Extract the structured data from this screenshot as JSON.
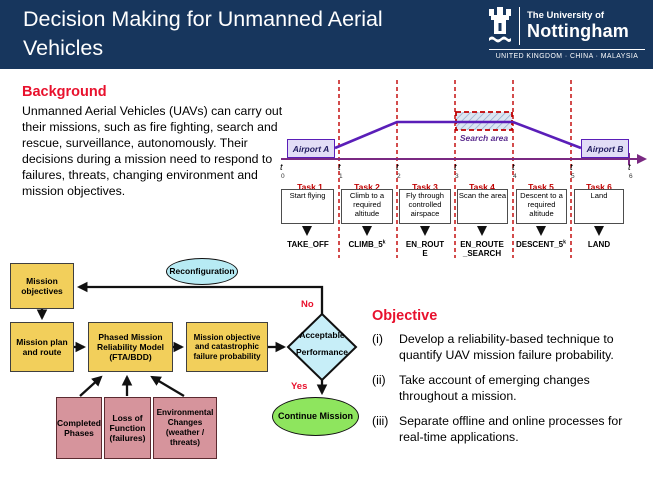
{
  "header": {
    "title": "Decision Making for Unmanned Aerial Vehicles",
    "logo": {
      "institution_line1": "The University of",
      "institution_line2": "Nottingham",
      "countries": "UNITED KINGDOM · CHINA · MALAYSIA"
    }
  },
  "background": {
    "heading": "Background",
    "body": "Unmanned Aerial Vehicles (UAVs) can carry out their missions, such as fire fighting, search and rescue, surveillance, autonomously. Their decisions during a mission need to respond to failures, threats, changing environment and mission objectives."
  },
  "timeline": {
    "airport_a": "Airport A",
    "airport_b": "Airport B",
    "search_area": "Search area",
    "ticks": [
      {
        "t": "t",
        "sub": "0"
      },
      {
        "t": "t",
        "sub": "1"
      },
      {
        "t": "t",
        "sub": "2"
      },
      {
        "t": "t",
        "sub": "3"
      },
      {
        "t": "t",
        "sub": "4"
      },
      {
        "t": "t",
        "sub": "5"
      },
      {
        "t": "t",
        "sub": "6"
      }
    ],
    "tasks": [
      {
        "name": "Task 1",
        "desc": "Start flying",
        "phase": {
          "base": "TAKE_OFF"
        }
      },
      {
        "name": "Task 2",
        "desc": "Climb to a required altitude",
        "phase": {
          "base": "CLIMB_5",
          "sup": "k"
        }
      },
      {
        "name": "Task 3",
        "desc": "Fly through controlled airspace",
        "phase": {
          "base": "EN_ROUT\nE"
        }
      },
      {
        "name": "Task 4",
        "desc": "Scan the area",
        "phase": {
          "base": "EN_ROUTE\n_SEARCH"
        }
      },
      {
        "name": "Task 5",
        "desc": "Descent to a required altitude",
        "phase": {
          "base": "DESCENT_5",
          "sup": "k"
        }
      },
      {
        "name": "Task 6",
        "desc": "Land",
        "phase": {
          "base": "LAND"
        }
      }
    ]
  },
  "flowchart": {
    "mission_objectives": "Mission objectives",
    "reconfiguration": "Reconfiguration",
    "mission_plan": "Mission plan and route",
    "pmrm": "Phased Mission Reliability Model (FTA/BDD)",
    "mission_objective_prob": "Mission objective and catastrophic failure probability",
    "decision": {
      "line1": "Acceptable",
      "line2": "Performance"
    },
    "no_label": "No",
    "yes_label": "Yes",
    "continue_mission": "Continue Mission",
    "completed_phases": "Completed Phases",
    "loss_of_function": "Loss of Function (failures)",
    "environmental_changes": "Environmental Changes (weather / threats)"
  },
  "objective": {
    "heading": "Objective",
    "items": [
      {
        "marker": "(i)",
        "text": "Develop a reliability-based technique to quantify UAV mission failure probability."
      },
      {
        "marker": "(ii)",
        "text": "Take account of emerging changes throughout a mission."
      },
      {
        "marker": "(iii)",
        "text": "Separate offline and online processes for real-time applications."
      }
    ]
  },
  "colors": {
    "navy": "#17365D",
    "red": "#E8112D",
    "darkred": "#C00000",
    "purple": "#5A1EB8",
    "axis": "#7A2982",
    "yellow": "#F2CF5B",
    "pink": "#D6949C",
    "cyan": "#B7EBF4",
    "diamond": "#C7EEF8",
    "green": "#8EE55E",
    "lavender": "#E2DDF6"
  }
}
